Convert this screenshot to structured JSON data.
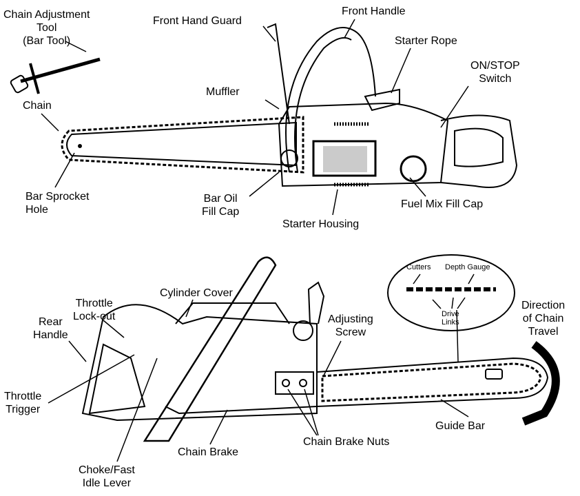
{
  "labels": {
    "chain_adjustment_tool": [
      "Chain Adjustment",
      "Tool",
      "(Bar Tool)"
    ],
    "front_hand_guard": "Front Hand Guard",
    "front_handle": "Front Handle",
    "starter_rope": "Starter Rope",
    "on_stop_switch": [
      "ON/STOP",
      "Switch"
    ],
    "muffler": "Muffler",
    "chain": "Chain",
    "bar_sprocket_hole": [
      "Bar Sprocket",
      "Hole"
    ],
    "bar_oil_fill_cap": [
      "Bar Oil",
      "Fill Cap"
    ],
    "starter_housing": "Starter Housing",
    "fuel_mix_fill_cap": "Fuel Mix Fill Cap",
    "cylinder_cover": "Cylinder Cover",
    "throttle_lockout": [
      "Throttle",
      "Lock-out"
    ],
    "rear_handle": [
      "Rear",
      "Handle"
    ],
    "adjusting_screw": [
      "Adjusting",
      "Screw"
    ],
    "direction_of_chain_travel": [
      "Direction",
      "of Chain",
      "Travel"
    ],
    "cutters": "Cutters",
    "depth_gauge": "Depth Gauge",
    "drive_links": [
      "Drive",
      "Links"
    ],
    "throttle_trigger": [
      "Throttle",
      "Trigger"
    ],
    "guide_bar": "Guide Bar",
    "chain_brake_nuts": "Chain Brake Nuts",
    "chain_brake": "Chain Brake",
    "choke_fast_idle_lever": [
      "Choke/Fast",
      "Idle Lever"
    ]
  }
}
